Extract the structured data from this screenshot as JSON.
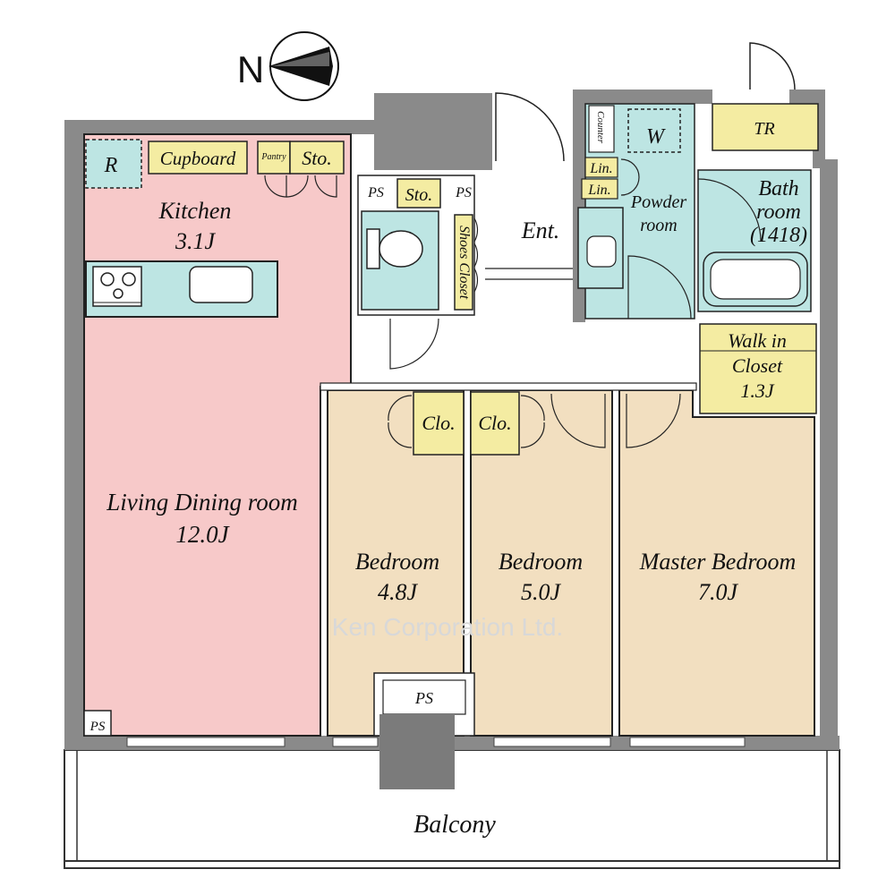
{
  "compass": {
    "north_label": "N"
  },
  "colors": {
    "wall": "#8a8a8a",
    "wall_dark": "#6e6e6e",
    "living_kitchen": "#f7c9c9",
    "bedroom": "#f2dfc0",
    "water": "#bde5e3",
    "storage": "#f4eca2",
    "outline": "#222222"
  },
  "rooms": {
    "kitchen": {
      "name": "Kitchen",
      "size": "3.1J"
    },
    "living": {
      "name": "Living Dining room",
      "size": "12.0J"
    },
    "bedroom_a": {
      "name": "Bedroom",
      "size": "4.8J"
    },
    "bedroom_b": {
      "name": "Bedroom",
      "size": "5.0J"
    },
    "master": {
      "name": "Master Bedroom",
      "size": "7.0J"
    },
    "bath": {
      "name_line1": "Bath",
      "name_line2": "room",
      "size": "(1418)"
    },
    "powder": {
      "name_line1": "Powder",
      "name_line2": "room"
    },
    "walkin": {
      "name_line1": "Walk in",
      "name_line2": "Closet",
      "size": "1.3J"
    },
    "entrance": {
      "name": "Ent."
    },
    "balcony": {
      "name": "Balcony"
    }
  },
  "fixtures": {
    "refrigerator": "R",
    "cupboard": "Cupboard",
    "pantry": "Pantry",
    "storage_kitchen": "Sto.",
    "storage_toilet": "Sto.",
    "ps_toilet_left": "PS",
    "ps_toilet_right": "PS",
    "shoes_closet": "Shoes Closet",
    "counter": "Counter",
    "washer": "W",
    "linen_1": "Lin.",
    "linen_2": "Lin.",
    "trunk_room": "TR",
    "closet_a": "Clo.",
    "closet_b": "Clo.",
    "ps_bottom": "PS",
    "ps_corner": "PS"
  },
  "watermark": "Ken Corporation Ltd."
}
